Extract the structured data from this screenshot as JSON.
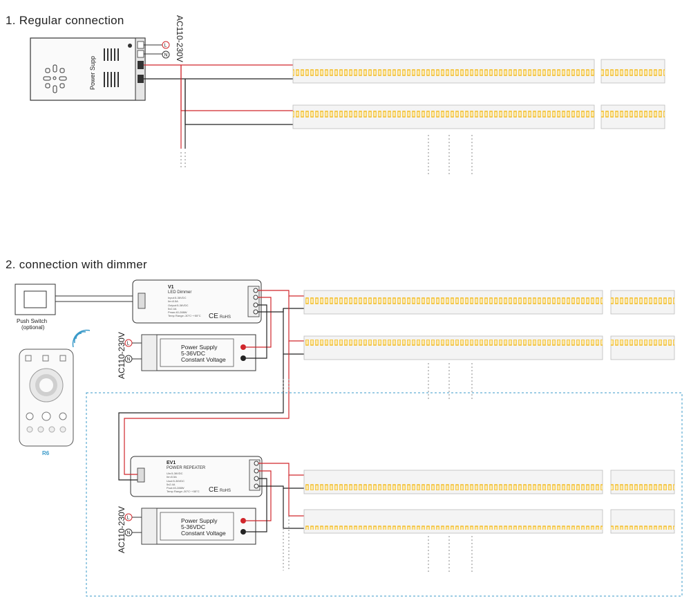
{
  "section1": {
    "title": "1. Regular connection",
    "power_supply_label": "Power Supp",
    "terminal_l": "L",
    "terminal_n": "N",
    "ac_label": "AC110-230V"
  },
  "section2": {
    "title": "2. connection with dimmer",
    "push_switch": {
      "line1": "Push Switch",
      "line2": "(optional)"
    },
    "remote": {
      "label": "R6"
    },
    "dimmer": {
      "model": "V1",
      "type": "LED Dimmer",
      "specs": [
        "Input:5-36VDC",
        "Iin<8.5A",
        "Output:5-36VDC",
        "5x2.4A",
        "Pmax:40-288W",
        "Temp Range:-30°C~+55°C"
      ],
      "rohs": "RoHS",
      "ce": "CE"
    },
    "repeater": {
      "model": "EV1",
      "type": "POWER REPEATER",
      "specs": [
        "Uin:5-36VDC",
        "Iin<8.5A",
        "Uout:5-36VDC",
        "5x2.4A",
        "Pout:40-288W",
        "Temp Range:-30°C~+55°C"
      ],
      "rohs": "RoHS",
      "ce": "CE"
    },
    "psu": {
      "line1": "Power Supply",
      "line2": "5-36VDC",
      "line3": "Constant Voltage"
    },
    "terminal_l": "L",
    "terminal_n": "N",
    "ac_label": "AC110-230V"
  },
  "colors": {
    "positive_wire": "#d0262b",
    "negative_wire": "#222222",
    "led": "#f3c74e",
    "extension_box": "#3a9ac9"
  }
}
